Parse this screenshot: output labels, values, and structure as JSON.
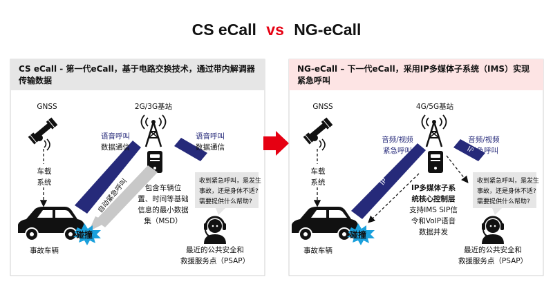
{
  "title": {
    "left": "CS eCall",
    "vs": "vs",
    "right": "NG-eCall"
  },
  "colors": {
    "accent_red": "#e60012",
    "navy": "#262a7a",
    "left_header_bg": "#e6e6e6",
    "right_header_bg": "#fde4e4",
    "band_gray": "#c8c8c8",
    "crash_blue": "#1aa0dc"
  },
  "left_panel": {
    "header_line1": "CS eCall - 第一代eCall，基于电路交换技术，通过带内解调器",
    "header_line2": "传输数据",
    "gnss": "GNSS",
    "station": "2G/3G基站",
    "vehicle_sys_1": "车载",
    "vehicle_sys_2": "系统",
    "uplink_1": "语音呼叫",
    "uplink_2": "数据通信",
    "downlink_1": "语音呼叫",
    "downlink_2": "数据通信",
    "band_label": "自动紧急呼叫",
    "msd_1": "包含车辆位",
    "msd_2": "置、时间等基础",
    "msd_3": "信息的最小数据",
    "msd_4": "集（MSD）",
    "bubble_1": "收到紧急呼叫，是发生",
    "bubble_2": "事故，还是身体不适?",
    "bubble_3": "需要提供什么帮助?",
    "crash": "碰撞",
    "vehicle": "事故车辆",
    "psap_1": "最近的公共安全和",
    "psap_2": "救援服务点（PSAP）"
  },
  "right_panel": {
    "header_line1": "NG-eCall – 下一代eCall，采用IP多媒体子系统（IMS）实现",
    "header_line2": "紧急呼叫",
    "gnss": "GNSS",
    "station": "4G/5G基站",
    "vehicle_sys_1": "车载",
    "vehicle_sys_2": "系统",
    "uplink_1": "音频/视频",
    "uplink_2": "紧急呼叫",
    "downlink_1": "音频/视频",
    "downlink_2": "紧急呼叫",
    "ip_up": "IP",
    "ip_down": "IP",
    "ims_1": "IP多媒体子系",
    "ims_2": "统核心控制层",
    "ims_3": "支持IMS SIP信",
    "ims_4": "令和VoIP语音",
    "ims_5": "数据并发",
    "bubble_1": "收到紧急呼叫，是发生",
    "bubble_2": "事故，还是身体不适?",
    "bubble_3": "需要提供什么帮助?",
    "crash": "碰撞",
    "vehicle": "事故车辆",
    "psap_1": "最近的公共安全和",
    "psap_2": "救援服务点（PSAP）"
  }
}
